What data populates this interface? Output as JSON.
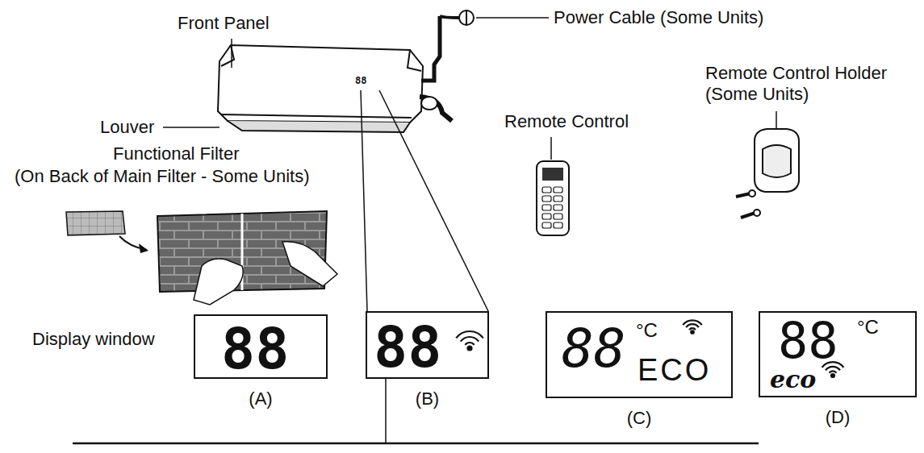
{
  "diagram": {
    "nodes": [
      {
        "text": [
          "88",
          "(A)"
        ]
      },
      {
        "text": [
          "88",
          "(B)"
        ]
      },
      {
        "text": [
          "88",
          "°C",
          "ECO",
          "(C)"
        ]
      },
      {
        "text": [
          "88",
          "°C",
          "eco",
          "(D)"
        ]
      }
    ],
    "labels": [
      "Front Panel",
      "Power Cable (Some Units)",
      "Louver",
      "Remote Control",
      "Remote Control Holder (Some Units)",
      "Functional Filter",
      "(On Back of Main Filter - Some Units)",
      "Display window",
      "88"
    ]
  }
}
